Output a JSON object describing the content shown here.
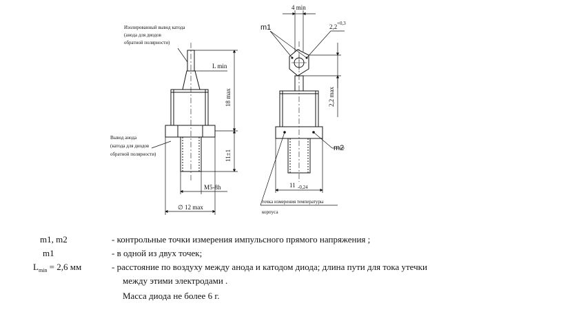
{
  "drawing": {
    "callout_isolated": [
      "Изолированный вывод катода",
      "(анода для диодов",
      "обратной полярности)"
    ],
    "callout_anode": [
      "Вывод анода",
      "(катода для диодов",
      "обратной полярности)"
    ],
    "dim_lmin": "L min",
    "dim_18max": "18 max",
    "dim_11": "11±1",
    "dim_m5": "M5-8h",
    "dim_12max": "∅ 12 max",
    "dim_4min": "4 min",
    "dim_22": "2,2",
    "dim_22_tol": "+0,3",
    "dim_22max": "2,2 max",
    "dim_11_side": "11",
    "dim_11_tol": "-0,24",
    "mark_m1": "m1",
    "mark_m2": "m2",
    "temp_point": [
      "точка измерения температуры",
      "корпуса"
    ]
  },
  "legend": {
    "r1_key": "m1, m2",
    "r1_text": "- контрольные точки измерения импульсного прямого напряжения ;",
    "r2_key": "m1",
    "r2_text": "- в одной из двух точек;",
    "r3_key_main": "L",
    "r3_key_sub": "min",
    "r3_key_rest": "= 2,6 мм",
    "r3_text": "- расстояние по воздуху между анода и катодом диода; длина пути для тока утечки",
    "r4_text": "между этими электродами .",
    "r5_text": "Масса диода не более 6 г."
  }
}
